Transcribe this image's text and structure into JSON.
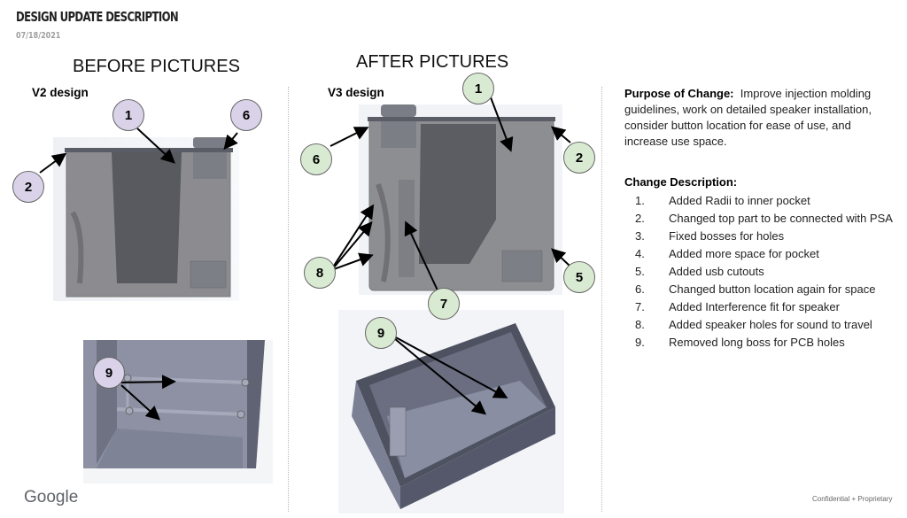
{
  "header": {
    "title": "DESIGN UPDATE DESCRIPTION",
    "date": "07/18/2021"
  },
  "before": {
    "heading": "BEFORE PICTURES",
    "subheading": "V2 design",
    "callouts": [
      "1",
      "2",
      "6",
      "9"
    ]
  },
  "after": {
    "heading": "AFTER PICTURES",
    "subheading": "V3 design",
    "callouts": [
      "1",
      "2",
      "5",
      "6",
      "7",
      "8",
      "9"
    ]
  },
  "purpose": {
    "label": "Purpose of Change:",
    "text": "Improve injection molding guidelines, work on detailed speaker installation, consider button location for ease of use, and increase use space."
  },
  "changes": {
    "heading": "Change Description:",
    "items": [
      {
        "num": "1.",
        "text": "Added Radii to inner pocket"
      },
      {
        "num": "2.",
        "text": "Changed top part to be connected with PSA"
      },
      {
        "num": "3.",
        "text": "Fixed bosses for holes"
      },
      {
        "num": "4.",
        "text": "Added more space for pocket"
      },
      {
        "num": "5.",
        "text": "Added usb cutouts"
      },
      {
        "num": "6.",
        "text": "Changed button location again for space"
      },
      {
        "num": "7.",
        "text": "Added Interference fit for speaker"
      },
      {
        "num": "8.",
        "text": "Added speaker holes for sound to travel"
      },
      {
        "num": "9.",
        "text": "Removed long boss for PCB holes"
      }
    ]
  },
  "footer": {
    "logo": "Google",
    "confidential": "Confidential + Proprietary"
  },
  "colors": {
    "before_callout": "#d9d2e9",
    "after_callout": "#d9ead3"
  }
}
